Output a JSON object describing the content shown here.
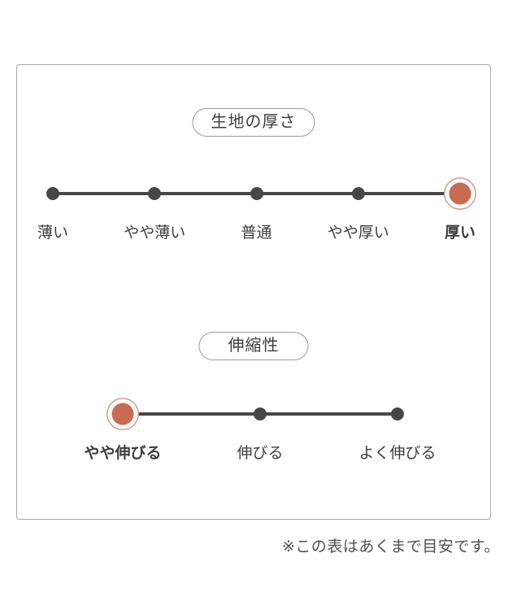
{
  "colors": {
    "accent": "#c96a52",
    "accent_ring": "#d49a8a",
    "track": "#474747",
    "dot": "#474747",
    "text": "#3d3d3d",
    "panel_border": "#a8a8a8",
    "badge_border": "#9a9a9a",
    "footnote_text": "#4f4f4f"
  },
  "footnote": "※この表はあくまで目安です。",
  "chart_data": [
    {
      "type": "dot-scale",
      "title": "生地の厚さ",
      "categories": [
        "薄い",
        "やや薄い",
        "普通",
        "やや厚い",
        "厚い"
      ],
      "selected_index": 4,
      "selected_label": "厚い",
      "num_levels": 5
    },
    {
      "type": "dot-scale",
      "title": "伸縮性",
      "categories": [
        "やや伸びる",
        "伸びる",
        "よく伸びる"
      ],
      "selected_index": 0,
      "selected_label": "やや伸びる",
      "num_levels": 3
    }
  ]
}
